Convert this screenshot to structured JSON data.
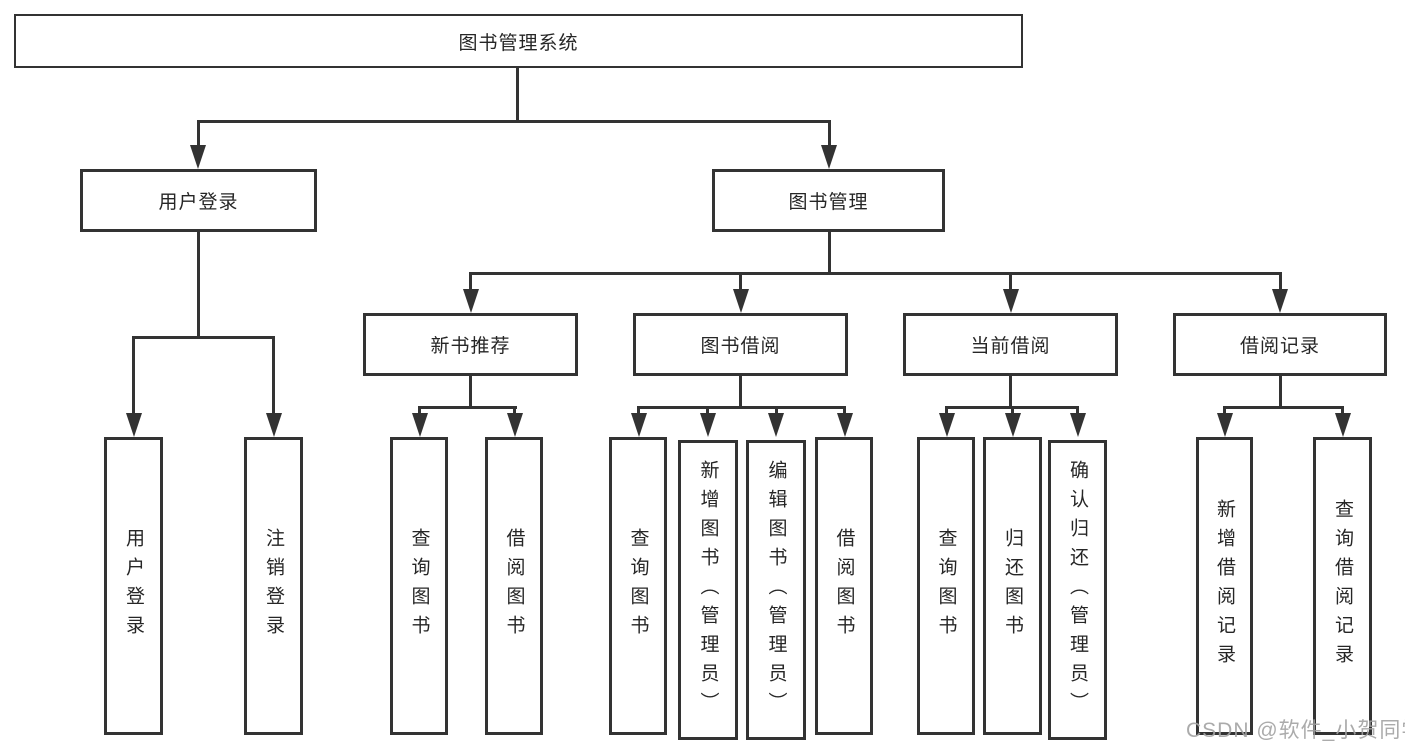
{
  "diagram": {
    "root": "图书管理系统",
    "level2": [
      "用户登录",
      "图书管理"
    ],
    "level3": [
      "新书推荐",
      "图书借阅",
      "当前借阅",
      "借阅记录"
    ],
    "leaves": {
      "user_login": [
        "用户登录",
        "注销登录"
      ],
      "new_book_recommend": [
        "查询图书",
        "借阅图书"
      ],
      "book_borrow": [
        "查询图书",
        "新增图书（管理员）",
        "编辑图书（管理员）",
        "借阅图书"
      ],
      "current_borrow": [
        "查询图书",
        "归还图书",
        "确认归还（管理员）"
      ],
      "borrow_records": [
        "新增借阅记录",
        "查询借阅记录"
      ]
    }
  },
  "watermark": "CSDN @软件_小贺同学",
  "colors": {
    "line": "#333333",
    "text": "#262626",
    "watermark": "#a3a3a3",
    "background": "#ffffff"
  }
}
